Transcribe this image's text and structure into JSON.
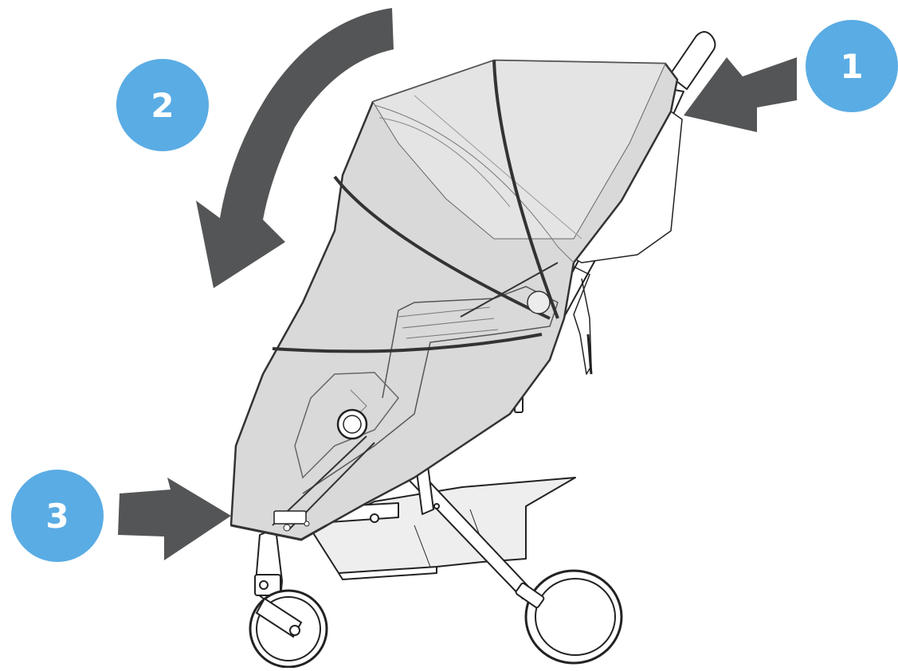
{
  "colors": {
    "badge": "#5aace4",
    "arrow": "#545556",
    "cover_fill": "#d9d9d9",
    "line": "#222222",
    "background": "#ffffff"
  },
  "steps": [
    {
      "number": "1",
      "arrow": "arrow-left"
    },
    {
      "number": "2",
      "arrow": "arrow-curved-down"
    },
    {
      "number": "3",
      "arrow": "arrow-right"
    }
  ],
  "illustration": {
    "subject": "stroller-with-rain-cover",
    "parts": [
      "handle",
      "canopy",
      "rain-cover",
      "seat",
      "frame",
      "footrest",
      "basket",
      "front-wheel",
      "rear-wheel"
    ]
  }
}
